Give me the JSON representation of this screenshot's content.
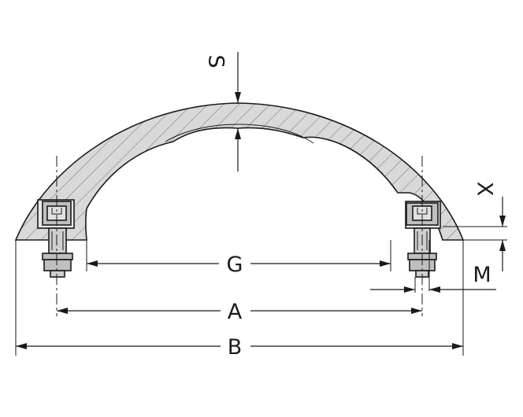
{
  "labels": {
    "S": "S",
    "G": "G",
    "A": "A",
    "B": "B",
    "X": "X",
    "M": "M"
  },
  "colors": {
    "line": "#1a1a1a",
    "part_fill": "#d9d9d9",
    "hatch": "#7a7a7a",
    "hardware": "#bfbfbf"
  }
}
